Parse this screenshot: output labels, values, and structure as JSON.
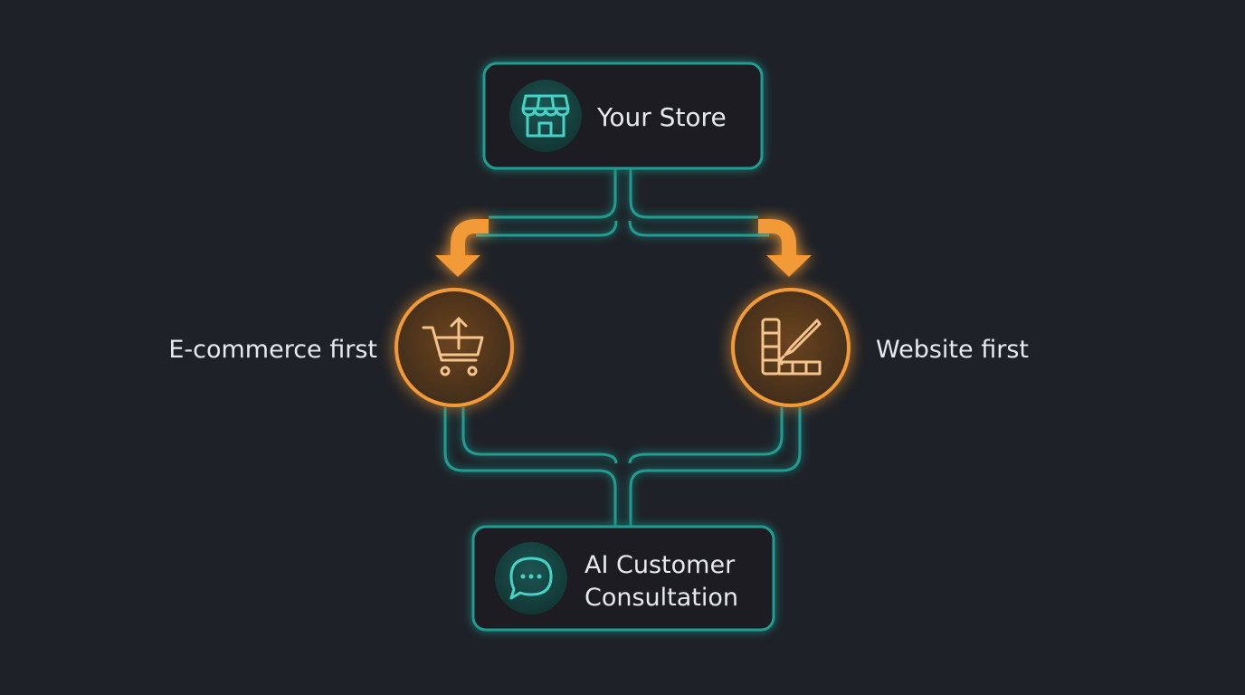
{
  "colors": {
    "background": "#1e2127",
    "teal": "#1f9e93",
    "teal_dark": "#14403f",
    "orange": "#f29a38",
    "orange_dark": "#5a3a1e",
    "text": "#e6e9ee"
  },
  "nodes": {
    "store": {
      "label": "Your Store",
      "icon": "storefront-icon"
    },
    "ecommerce": {
      "label": "E-commerce first",
      "icon": "shopping-cart-upload-icon"
    },
    "website": {
      "label": "Website first",
      "icon": "design-palette-icon"
    },
    "consultation": {
      "label_line1": "AI Customer",
      "label_line2": "Consultation",
      "icon": "chat-bubble-icon"
    }
  }
}
